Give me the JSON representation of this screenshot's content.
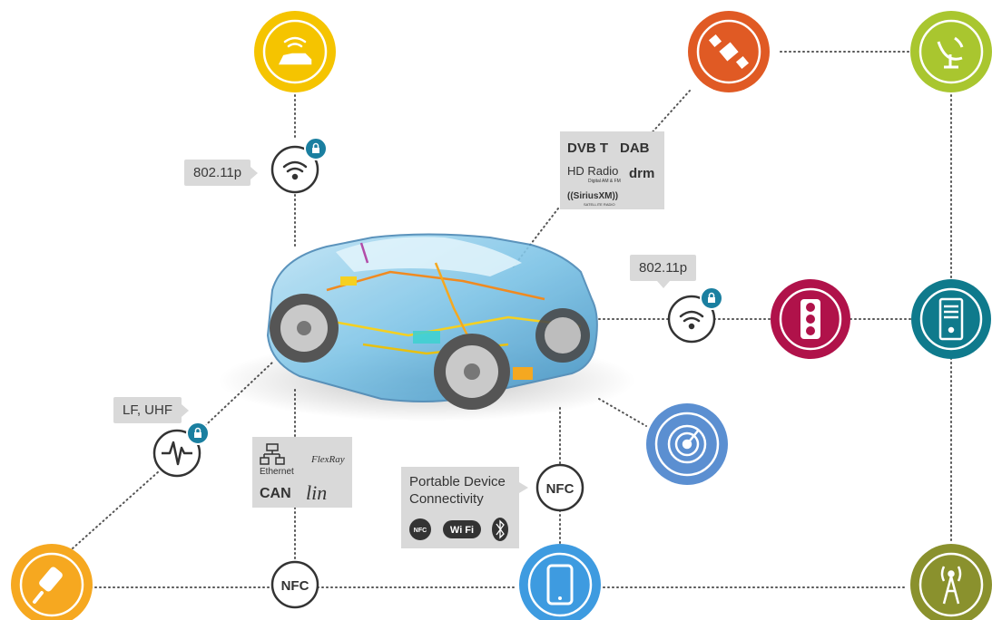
{
  "callouts": {
    "v2v_protocol": "802.11p",
    "v2i_protocol": "802.11p",
    "key_fob_bands": "LF, UHF",
    "portable_title_line1": "Portable Device",
    "portable_title_line2": "Connectivity"
  },
  "broadcast_standards": {
    "dvbt": "DVB T",
    "dab": "DAB",
    "hd_radio": "HD Radio",
    "hd_radio_sub": "Digital AM & FM",
    "drm": "drm",
    "sirius": "((SiriusXM))",
    "sirius_sub": "SATELLITE RADIO"
  },
  "wired_buses": {
    "ethernet": "Ethernet",
    "flexray": "FlexRay",
    "can": "CAN",
    "lin": "lin"
  },
  "portable_icons": {
    "nfc": "NFC",
    "wifi": "Wi Fi"
  },
  "nodes": {
    "nfc_mid": "NFC",
    "nfc_bottom": "NFC"
  },
  "colors": {
    "yellow": "#f5c400",
    "orange": "#e05a24",
    "lime": "#a9c62f",
    "crimson": "#b0124a",
    "teal": "#0f7a8c",
    "blue": "#5b8fd1",
    "bright_blue": "#3e9be0",
    "light_orange": "#f6a820",
    "olive": "#8a912d",
    "dark_icon": "#333333",
    "badge": "#1a7fa0"
  }
}
